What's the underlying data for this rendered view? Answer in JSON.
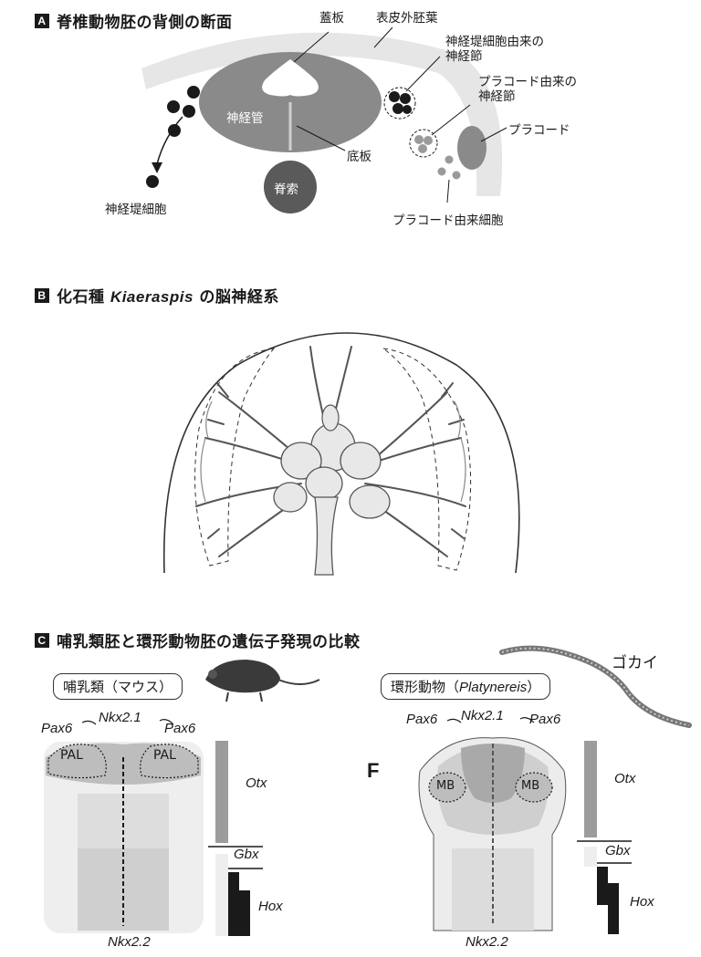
{
  "panel_a": {
    "badge": "A",
    "title": "脊椎動物胚の背側の断面",
    "labels": {
      "roof_plate": "蓋板",
      "surface_ectoderm": "表皮外胚葉",
      "neural_crest_ganglion": "神経堤細胞由来の\n神経節",
      "placode_ganglion": "プラコード由来の\n神経節",
      "placode": "プラコード",
      "neural_tube": "神経管",
      "floor_plate": "底板",
      "notochord": "脊索",
      "neural_crest_cells": "神経堤細胞",
      "placode_cells": "プラコード由来細胞"
    }
  },
  "panel_b": {
    "badge": "B",
    "title_pre": "化石種 ",
    "title_species": "Kiaeraspis",
    "title_post": " の脳神経系"
  },
  "panel_c": {
    "badge": "C",
    "title": "哺乳類胚と環形動物胚の遺伝子発現の比較",
    "mammal": {
      "pill": "哺乳類（マウス）",
      "pax6_left": "Pax6",
      "nkx21": "Nkx2.1",
      "pax6_right": "Pax6",
      "pal_left": "PAL",
      "pal_right": "PAL",
      "otx": "Otx",
      "gbx": "Gbx",
      "hox": "Hox",
      "nkx22": "Nkx2.2"
    },
    "annelid": {
      "pill_pre": "環形動物（",
      "pill_species": "Platynereis",
      "pill_post": "）",
      "worm_label": "ゴカイ",
      "pax6_left": "Pax6",
      "nkx21": "Nkx2.1",
      "pax6_right": "Pax6",
      "f_label": "F",
      "mb_left": "MB",
      "mb_right": "MB",
      "otx": "Otx",
      "gbx": "Gbx",
      "hox": "Hox",
      "nkx22": "Nkx2.2"
    }
  },
  "colors": {
    "ink": "#1a1a1a",
    "neural_tube": "#8a8a8a",
    "ectoderm": "#e6e6e6",
    "notochord": "#5a5a5a",
    "otx_bar": "#9c9c9c",
    "hox_bar": "#1a1a1a"
  }
}
